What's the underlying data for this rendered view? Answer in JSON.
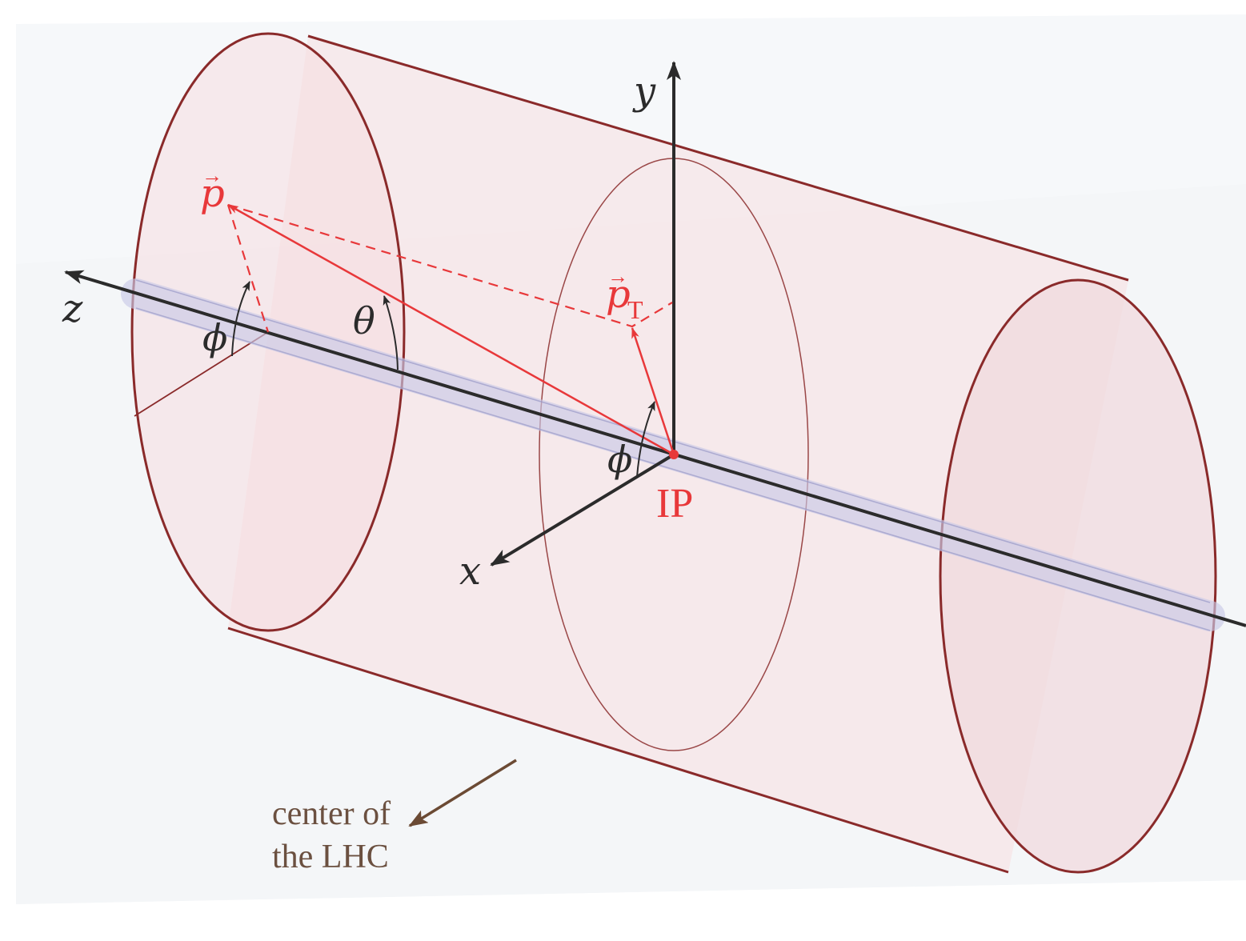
{
  "labels": {
    "y_axis": "y",
    "z_axis": "z",
    "x_axis": "x",
    "momentum": "p",
    "momentum_arrow": "→",
    "transverse_momentum": "p",
    "transverse_subscript": "T",
    "theta": "θ",
    "phi_left": "ϕ",
    "phi_center": "ϕ",
    "interaction_point": "IP",
    "lhc_center_line1": "center of",
    "lhc_center_line2": "the LHC"
  },
  "colors": {
    "cylinder_edge": "#8a2a2a",
    "cylinder_fill": "#f7e4e6",
    "beam_pipe": "#c9c9e6",
    "axis": "#2b2b2b",
    "vector": "#e8383a",
    "lhc_arrow": "#6b4a34",
    "lhc_text": "#6b5040"
  }
}
